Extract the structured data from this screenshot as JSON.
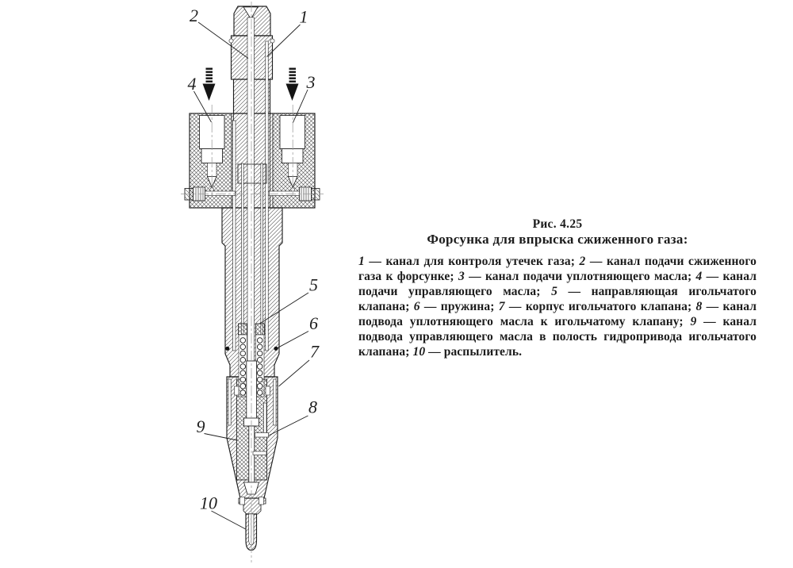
{
  "figure": {
    "label": "Рис. 4.25",
    "title": "Форсунка для впрыска сжиженного газа:",
    "legend_items": [
      {
        "num": "1",
        "text": " — канал для контроля утечек газа; "
      },
      {
        "num": "2",
        "text": " — канал подачи сжиженного газа к форсунке; "
      },
      {
        "num": "3",
        "text": " — канал подачи уплотняющего масла; "
      },
      {
        "num": "4",
        "text": " — канал подачи управляющего масла; "
      },
      {
        "num": "5",
        "text": " — направляющая игольчатого клапана; "
      },
      {
        "num": "6",
        "text": " — пружина; "
      },
      {
        "num": "7",
        "text": " — корпус игольчатого клапана; "
      },
      {
        "num": "8",
        "text": " — канал подвода уплотняющего масла к игольчатому клапану; "
      },
      {
        "num": "9",
        "text": " — канал подвода управляющего масла в полость гидропривода игольчатого клапана; "
      },
      {
        "num": "10",
        "text": " — распылитель."
      }
    ]
  },
  "drawing": {
    "type": "technical-cross-section",
    "subject": "Форсунка для впрыска сжиженного газа",
    "callout_numbers": [
      "1",
      "2",
      "3",
      "4",
      "5",
      "6",
      "7",
      "8",
      "9",
      "10"
    ]
  },
  "colors": {
    "paper": "#ffffff",
    "ink": "#1f1f1f",
    "hatch": "#4f4f4f",
    "centerline": "#9a9a9a"
  }
}
